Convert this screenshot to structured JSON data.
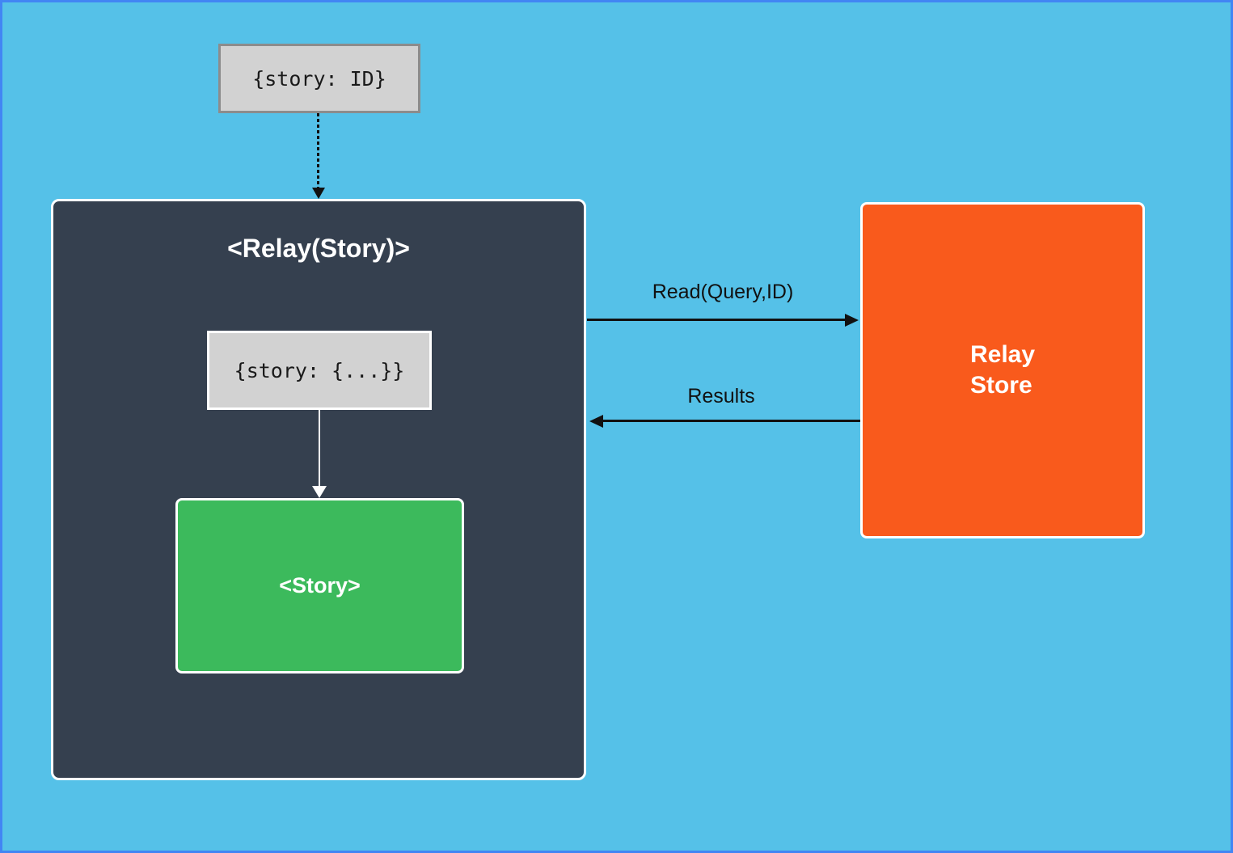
{
  "diagram": {
    "top_box": {
      "label": "{story: ID}"
    },
    "relay_panel": {
      "title": "<Relay(Story)>"
    },
    "inner_box": {
      "label": "{story: {...}}"
    },
    "story_box": {
      "label": "<Story>"
    },
    "store_box": {
      "line1": "Relay",
      "line2": "Store"
    },
    "arrows": {
      "read_label": "Read(Query,ID)",
      "results_label": "Results"
    }
  },
  "colors": {
    "background": "#55c1e8",
    "frame_border": "#4285f4",
    "dark_panel": "#35404f",
    "green": "#3cba5c",
    "orange": "#f95a1c",
    "gray_box": "#d2d2d2",
    "gray_box_border": "#8c8c8c",
    "arrow_black": "#111111"
  }
}
